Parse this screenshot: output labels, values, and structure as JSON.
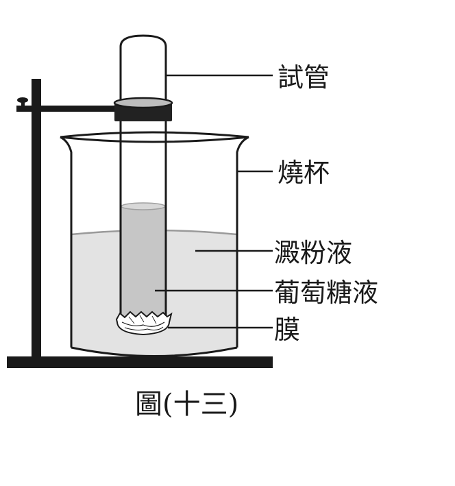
{
  "labels": {
    "test_tube": "試管",
    "beaker": "燒杯",
    "starch_solution": "澱粉液",
    "glucose_solution": "葡萄糖液",
    "membrane": "膜"
  },
  "caption": "圖(十三)",
  "colors": {
    "stroke": "#1a1a1a",
    "starch_fill": "#e3e3e3",
    "glucose_fill": "#c6c6c6",
    "clamp": "#222222"
  }
}
